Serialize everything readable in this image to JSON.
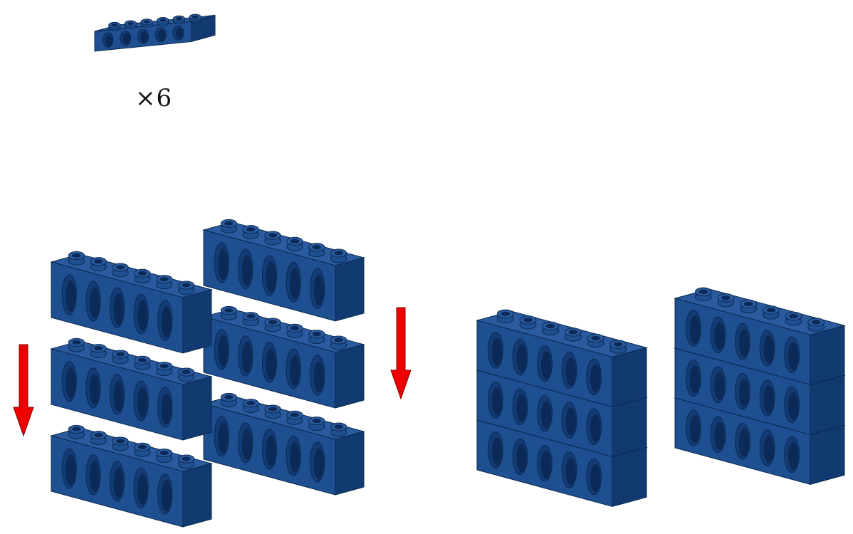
{
  "instruction": {
    "quantity_label": "×6",
    "part": "technic-brick-1x6-with-holes",
    "holes_per_brick": 5,
    "studs_per_brick": 6
  },
  "colors": {
    "brick_top": "#2a5b9e",
    "brick_front": "#1e4f90",
    "brick_side": "#103a70",
    "brick_edge": "#0a2950",
    "hole_outer": "#133c76",
    "hole_inner": "#0b2a57",
    "arrow": "#ee0000",
    "arrow_edge": "#880000"
  }
}
